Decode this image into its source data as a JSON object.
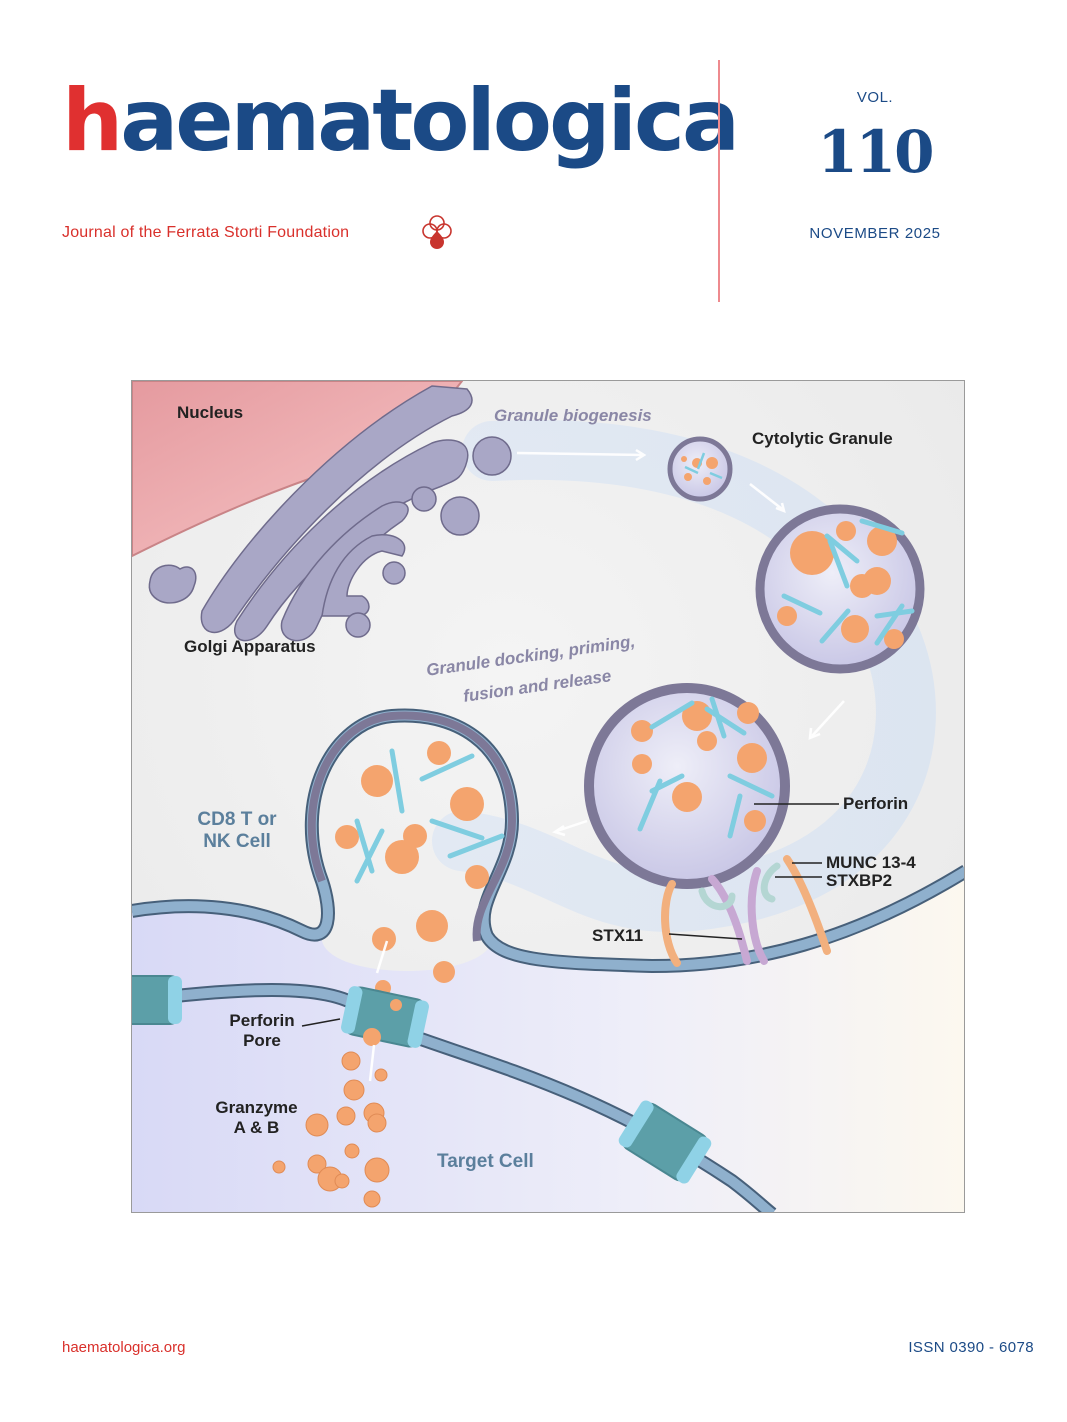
{
  "masthead": {
    "title_first_letter": "h",
    "title_rest": "aematologica",
    "title_full": "haematologica",
    "tagline": "Journal of the Ferrata Storti Foundation",
    "logo_icon": "four-circle-drop-logo-icon"
  },
  "issue": {
    "vol_label": "VOL.",
    "vol_number": "110",
    "date": "NOVEMBER 2025"
  },
  "figure": {
    "labels": {
      "nucleus": "Nucleus",
      "golgi": "Golgi Apparatus",
      "granule_biogenesis": "Granule biogenesis",
      "cytolytic_granule": "Cytolytic Granule",
      "docking_line1": "Granule docking, priming,",
      "docking_line2": "fusion and release",
      "perforin": "Perforin",
      "munc": "MUNC 13-4",
      "stxbp2": "STXBP2",
      "stx11": "STX11",
      "effector_line1": "CD8 T or",
      "effector_line2": "NK Cell",
      "pore_line1": "Perforin",
      "pore_line2": "Pore",
      "granzyme_line1": "Granzyme",
      "granzyme_line2": "A & B",
      "target_cell": "Target Cell"
    },
    "colors": {
      "nucleus": "#f0b4b6",
      "golgi": "#a9a7c6",
      "granule_fill": "#d9d8ef",
      "granule_rim": "#7d7897",
      "granzyme": "#f4a46e",
      "perforin_rod": "#7fcde0",
      "membrane": "#8fb0cd",
      "pore": "#5c9fa8",
      "stx11": "#c7a8d3",
      "munc": "#f2b07e",
      "stxbp2": "#b4d6d3"
    }
  },
  "footer": {
    "website": "haematologica.org",
    "issn": "ISSN 0390 - 6078"
  }
}
